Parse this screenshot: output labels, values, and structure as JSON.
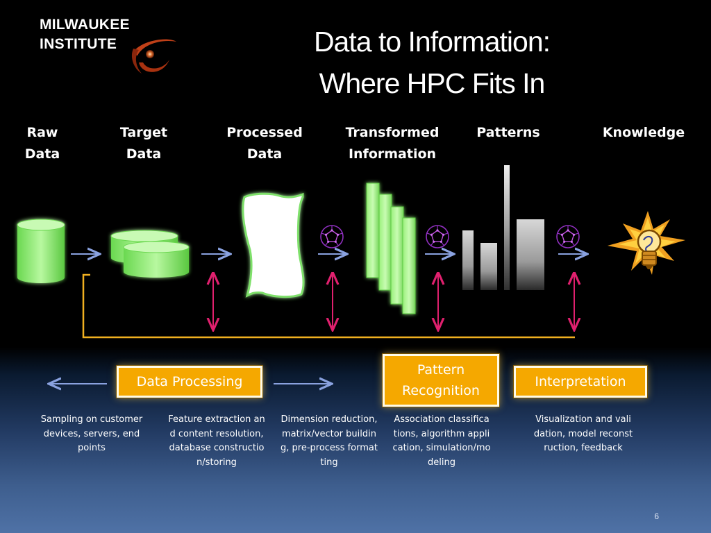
{
  "logo": {
    "line1": "MILWAUKEE",
    "line2": "INSTITUTE"
  },
  "title": {
    "line1": "Data to Information:",
    "line2": "Where HPC Fits In"
  },
  "stages": [
    {
      "line1": "Raw",
      "line2": "Data"
    },
    {
      "line1": "Target",
      "line2": "Data"
    },
    {
      "line1": "Processed",
      "line2": "Data"
    },
    {
      "line1": "Transformed",
      "line2": "Information"
    },
    {
      "line1": "Patterns",
      "line2": ""
    },
    {
      "line1": "Knowledge",
      "line2": ""
    }
  ],
  "boxes": {
    "data_processing": "Data Processing",
    "pattern_recognition_1": "Pattern",
    "pattern_recognition_2": "Recognition",
    "interpretation": "Interpretation"
  },
  "descriptions": [
    "Sampling on customer devices, servers, end points",
    "Feature extraction and content resolution, database construction/storing",
    "Dimension reduction, matrix/vector building, pre-process formatting",
    "Association classifications, algorithm application, simulation/modeling",
    "Visualization and validation, model reconstruction, feedback"
  ],
  "page_number": "6",
  "colors": {
    "accent_orange": "#f5a800",
    "flow_arrow": "#8aa2e0",
    "hpc_arrow": "#e0206e",
    "feedback_line": "#f0b020",
    "green_data": "#7ee06a"
  },
  "icons": {
    "raw": "cylinder-icon",
    "target": "stacked-disks-icon",
    "processed": "document-icon",
    "molecule": "fullerene-icon",
    "transformed": "stacked-pages-icon",
    "patterns": "bar-chart-icon",
    "knowledge": "lightbulb-icon"
  }
}
